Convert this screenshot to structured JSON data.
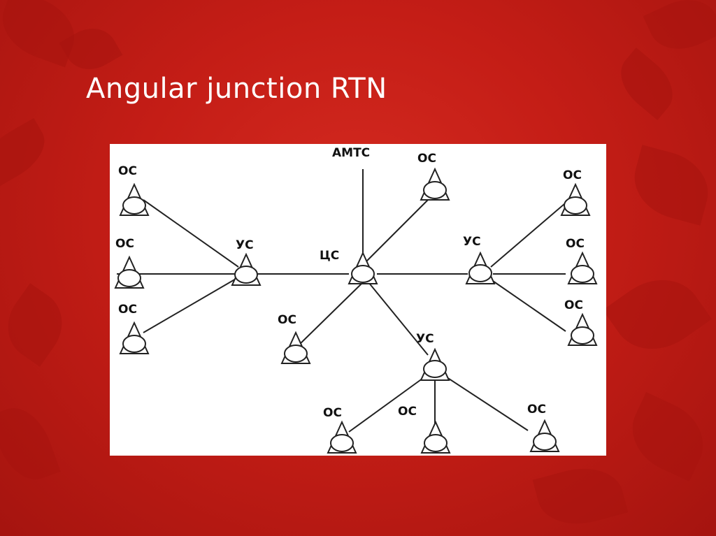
{
  "slide": {
    "title": "Angular junction RTN"
  },
  "diagram": {
    "top_node_label": "АМТС",
    "central_label": "ЦС",
    "hub_label": "УС",
    "endpoint_label": "ОС"
  }
}
